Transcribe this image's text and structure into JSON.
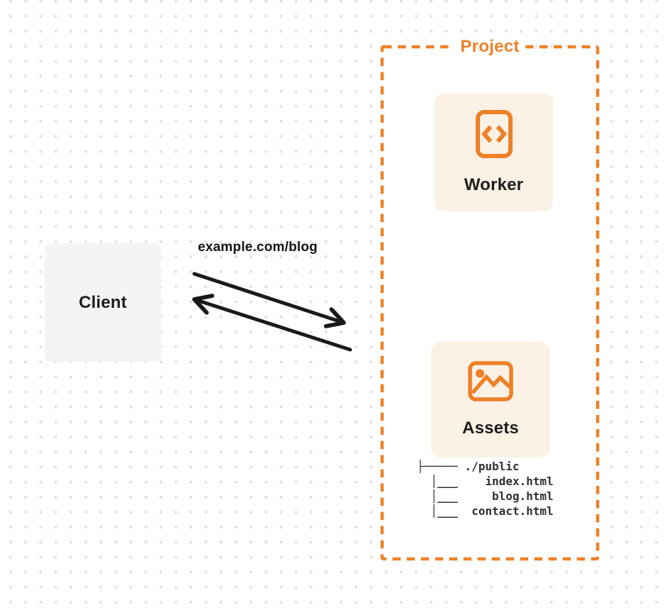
{
  "client": {
    "label": "Client"
  },
  "request": {
    "label": "example.com/blog"
  },
  "project": {
    "label": "Project",
    "worker": {
      "label": "Worker",
      "icon": "code-file-icon"
    },
    "assets": {
      "label": "Assets",
      "icon": "image-icon"
    },
    "file_tree": {
      "root": "./public",
      "files": [
        "index.html",
        "blog.html",
        "contact.html"
      ],
      "lines": [
        "├───── ./public",
        "  │___    index.html",
        "  │___     blog.html",
        "  │___  contact.html"
      ]
    }
  },
  "colors": {
    "accent_orange": "#ED8128",
    "card_cream": "#FCF1E5",
    "client_gray": "#F4F4F5",
    "ink": "#1D1D1F",
    "arrow_black": "#1A1A1A",
    "dot_gray": "#E1E1E4"
  }
}
